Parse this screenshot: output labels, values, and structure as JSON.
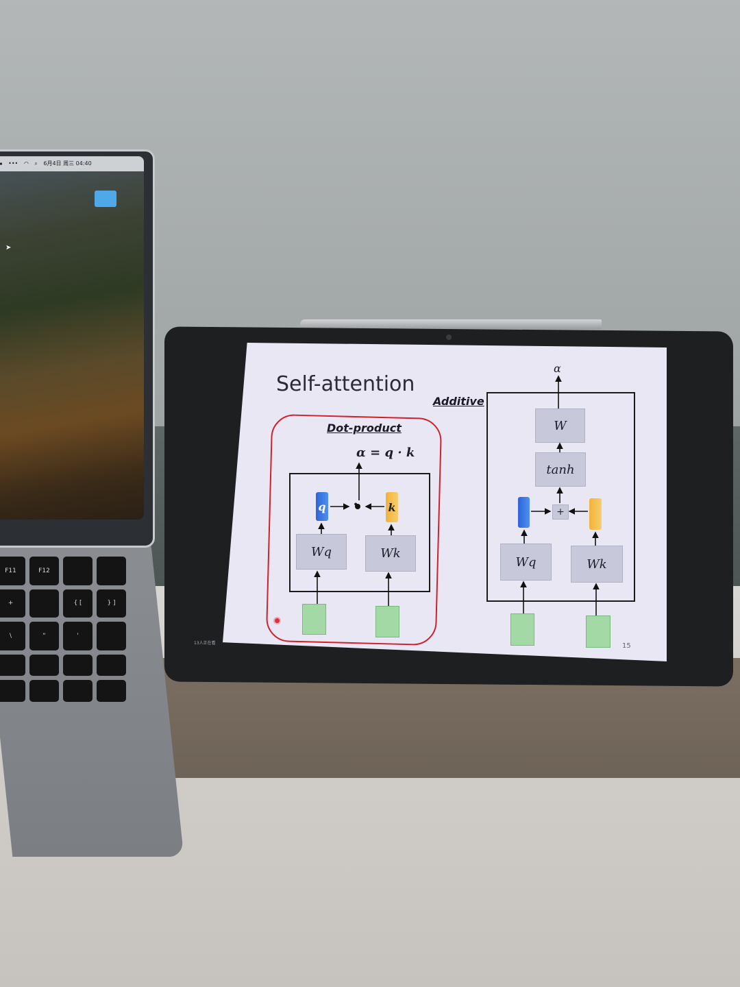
{
  "laptop": {
    "menubar_datetime": "6月4日 周三 04:40",
    "folder_label": "",
    "keys": [
      "F11",
      "F12",
      "",
      "",
      "+",
      "",
      "{ [",
      "} ]",
      "\\",
      "\"",
      "'",
      "",
      "",
      "",
      "",
      "",
      "",
      "",
      "",
      ""
    ]
  },
  "slide": {
    "title": "Self-attention",
    "additive_label": "Additive",
    "dot_product_label": "Dot-product",
    "dot_product_formula": "α = q · k",
    "dot_operator": "•",
    "dp_q": "q",
    "dp_k": "k",
    "dp_wq": "Wq",
    "dp_wk": "Wk",
    "add_alpha": "α",
    "add_w": "W",
    "add_tanh": "tanh",
    "add_plus": "+",
    "add_wq": "Wq",
    "add_wk": "Wk",
    "page_number": "15"
  },
  "tablet": {
    "status_text": "13人正在看"
  }
}
